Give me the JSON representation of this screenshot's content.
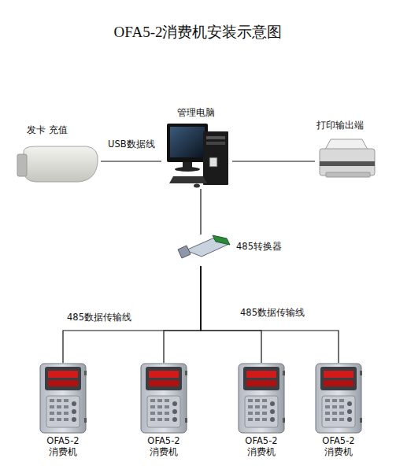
{
  "diagram": {
    "title": "OFA5-2消费机安装示意图",
    "nodes": [
      {
        "text": [
          "发卡 充值"
        ]
      },
      {
        "text": [
          "管理电脑"
        ]
      },
      {
        "text": [
          "打印输出端"
        ]
      },
      {
        "text": [
          "485转换器"
        ]
      },
      {
        "text": [
          "OFA5-2 消费机"
        ]
      },
      {
        "text": [
          "OFA5-2 消费机"
        ]
      },
      {
        "text": [
          "OFA5-2 消费机"
        ]
      },
      {
        "text": [
          "OFA5-2 消费机"
        ]
      }
    ],
    "edges": [
      {
        "from": 0,
        "to": 1,
        "label": "USB数据线",
        "arrow": "none"
      },
      {
        "from": 1,
        "to": 2,
        "arrow": "none"
      },
      {
        "from": 1,
        "to": 3,
        "arrow": "none"
      },
      {
        "from": 3,
        "to": 4,
        "label": "485数据传输线",
        "arrow": "none"
      },
      {
        "from": 3,
        "to": 5,
        "arrow": "none"
      },
      {
        "from": 3,
        "to": 6,
        "arrow": "none"
      },
      {
        "from": 3,
        "to": 7,
        "label": "485数据传输线",
        "arrow": "none"
      }
    ]
  }
}
